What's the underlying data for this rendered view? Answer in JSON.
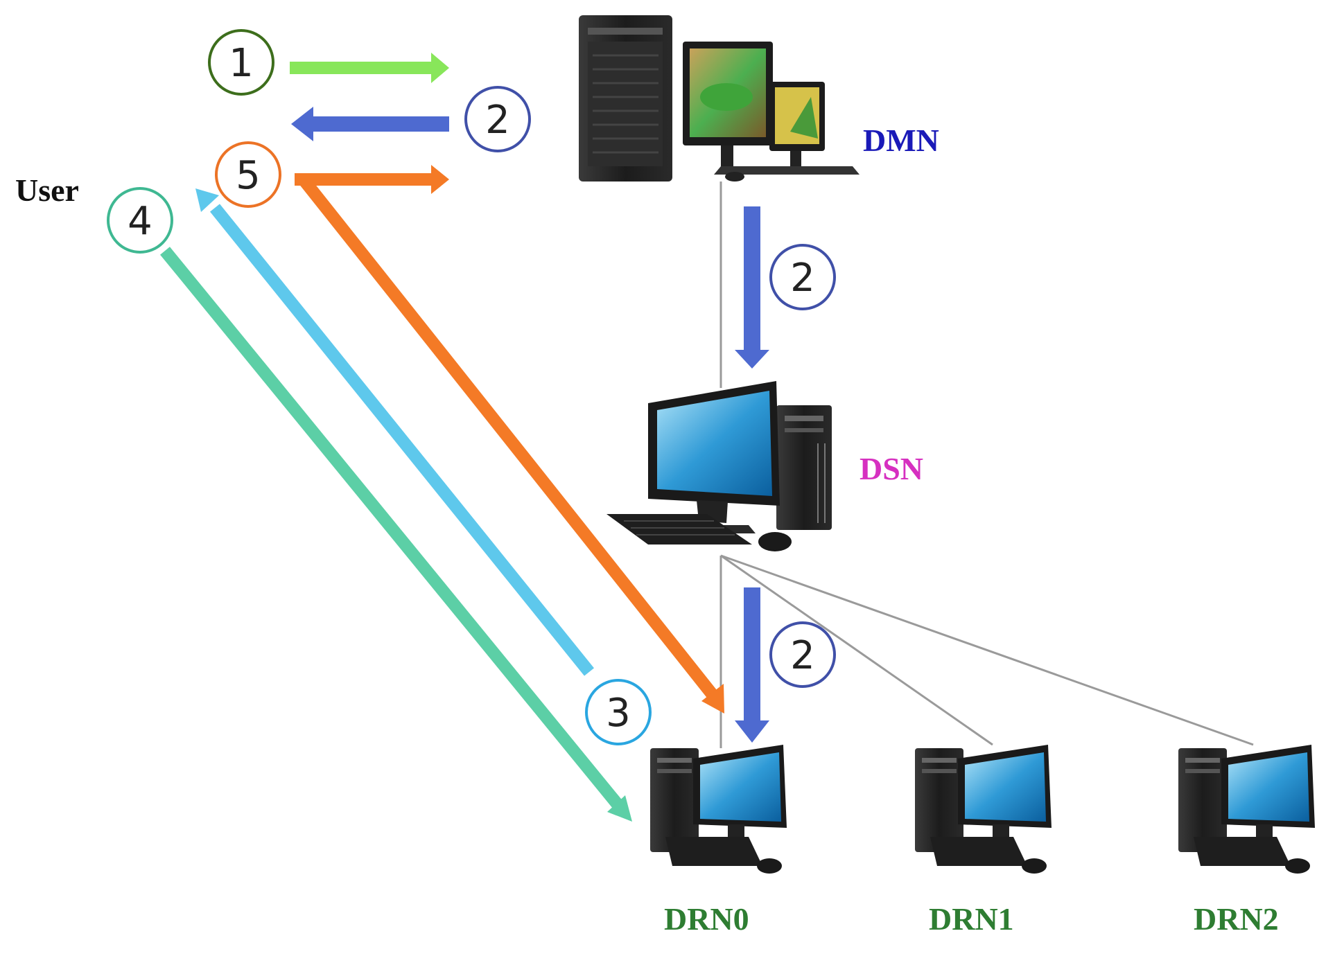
{
  "labels": {
    "user": "User",
    "dmn": "DMN",
    "dsn": "DSN",
    "drn0": "DRN0",
    "drn1": "DRN1",
    "drn2": "DRN2"
  },
  "steps": {
    "s1": "1",
    "s2a": "2",
    "s2b": "2",
    "s2c": "2",
    "s3": "3",
    "s4": "4",
    "s5": "5"
  },
  "colors": {
    "step1": "#88e65a",
    "step2": "#4e6ad0",
    "step3": "#5ec8ec",
    "step4": "#5ccfa6",
    "step5": "#f47a26",
    "circle1": "#3d6e1c",
    "circle2": "#4050a8",
    "circle3": "#2aa6e0",
    "circle4": "#3fb892",
    "circle5": "#ec7326",
    "dmn_label": "#1a1ab8",
    "dsn_label": "#d630c0",
    "drn_label": "#2e7d32",
    "user_label": "#111111"
  },
  "icons": {
    "dmn": "workstation-icon",
    "dsn": "desktop-computer-icon",
    "drn": "desktop-computer-icon"
  }
}
